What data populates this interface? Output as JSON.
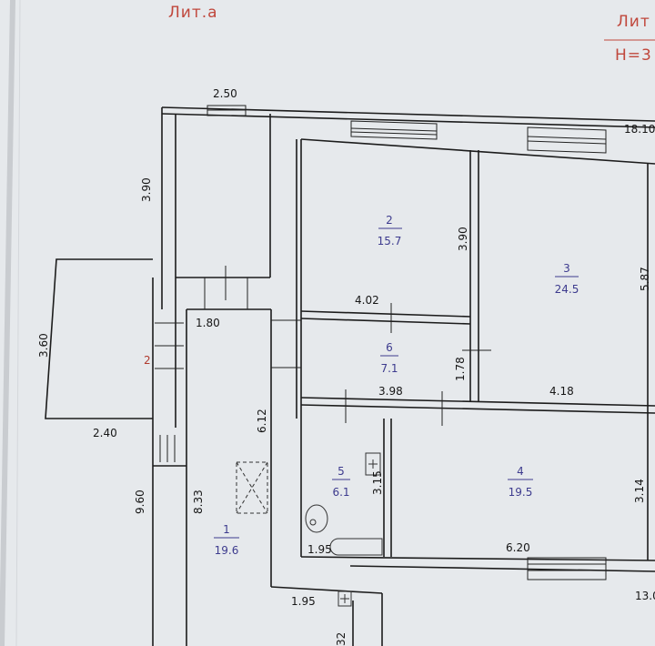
{
  "header": {
    "lit_left": "Лит.а",
    "lit_right": "Лит",
    "height_right": "H=3"
  },
  "dimensions": {
    "d_2_50": "2.50",
    "d_3_90_left": "3.90",
    "d_18_10": "18.10",
    "d_3_60": "3.60",
    "d_2_40": "2.40",
    "d_9_60": "9.60",
    "d_1_80": "1.80",
    "d_8_33": "8.33",
    "d_6_12": "6.12",
    "d_3_90_room2": "3.90",
    "d_4_02": "4.02",
    "d_5_87": "5.87",
    "d_1_78": "1.78",
    "d_3_98": "3.98",
    "d_4_18": "4.18",
    "d_3_15": "3.15",
    "d_3_14": "3.14",
    "d_1_95_bath": "1.95",
    "d_6_20": "6.20",
    "d_1_95_bottom": "1.95",
    "d_13_0": "13.0",
    "d_32": "32"
  },
  "porch_label": "2",
  "rooms": [
    {
      "number": "1",
      "area": "19.6"
    },
    {
      "number": "2",
      "area": "15.7"
    },
    {
      "number": "3",
      "area": "24.5"
    },
    {
      "number": "4",
      "area": "19.5"
    },
    {
      "number": "5",
      "area": "6.1"
    },
    {
      "number": "6",
      "area": "7.1"
    }
  ],
  "colors": {
    "room_labels": "#3d3b8e",
    "header_text": "#c0473c",
    "walls": "#1c1c1c",
    "paper": "#e6e9ec"
  }
}
